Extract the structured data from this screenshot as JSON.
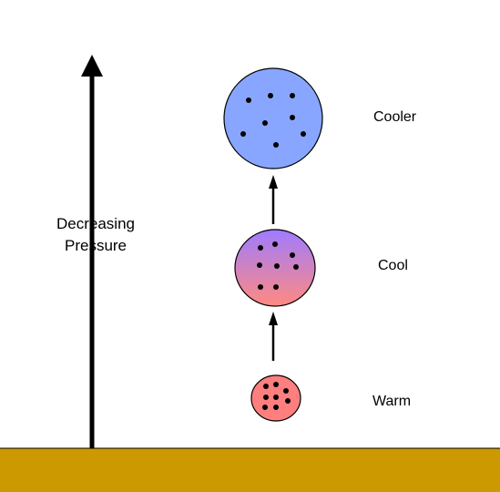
{
  "labels": {
    "pressure_line1": "Decreasing",
    "pressure_line2": "Pressure",
    "cooler": "Cooler",
    "cool": "Cool",
    "warm": "Warm"
  },
  "colors": {
    "ground": "#cc9900",
    "cooler_parcel": "#88a6ff",
    "cool_parcel_top": "#9f7bff",
    "cool_parcel_bottom": "#ff8a80",
    "warm_parcel": "#ff7f7f",
    "outline": "#000000",
    "molecule": "#000000"
  }
}
